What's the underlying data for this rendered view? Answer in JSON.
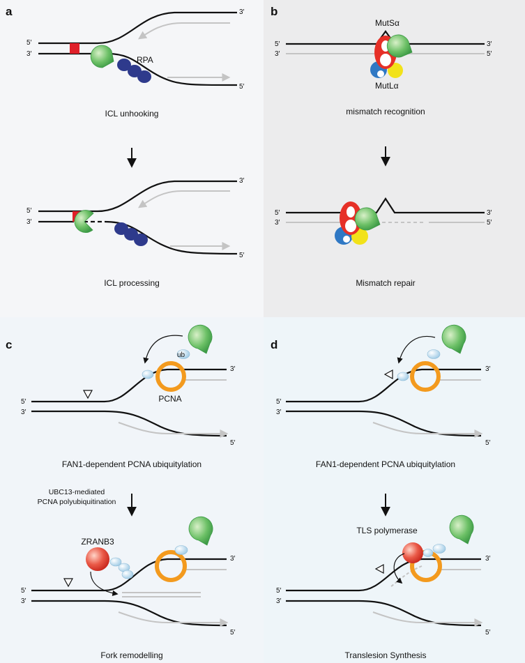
{
  "panels": {
    "a": {
      "letter": "a",
      "top_caption": "ICL unhooking",
      "bottom_caption": "ICL processing",
      "protein_label": "RPA"
    },
    "b": {
      "letter": "b",
      "top_caption": "mismatch recognition",
      "bottom_caption": "Mismatch repair",
      "muts_label": "MutSα",
      "mutl_label": "MutLα"
    },
    "c": {
      "letter": "c",
      "top_caption": "FAN1-dependent PCNA ubiquitylation",
      "bottom_caption": "Fork remodelling",
      "ub_label": "ub",
      "pcna_label": "PCNA",
      "arrow_note_line1": "UBC13-mediated",
      "arrow_note_line2": "PCNA polyubiquitination",
      "zranb3_label": "ZRANB3"
    },
    "d": {
      "letter": "d",
      "top_caption": "FAN1-dependent PCNA ubiquitylation",
      "bottom_caption": "Translesion Synthesis",
      "tls_label": "TLS polymerase"
    }
  },
  "ends": {
    "five": "5′",
    "three": "3′"
  },
  "colors": {
    "dna": "#111111",
    "strand_grey": "#c4c4c4",
    "icl_red": "#e0202a",
    "fan1_green": "#5cb85c",
    "rpa_blue": "#2e3a8c",
    "muts_red": "#e63027",
    "mutl_blue": "#2f78c4",
    "mutl_yellow": "#f2e21a",
    "pcna_orange": "#f39a1e",
    "ub_lightblue": "#bfe0f2",
    "zranb3_red": "#e14a3e"
  }
}
